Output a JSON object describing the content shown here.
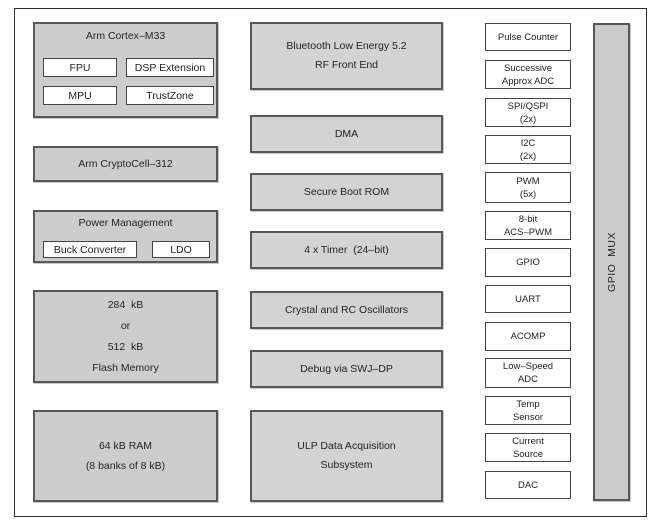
{
  "colors": {
    "block_fill_left": "#cdcdcd",
    "block_fill_middle": "#d3d3d3",
    "block_border": "#57585a",
    "white_fill": "#ffffff",
    "frame_border": "#2e2e2e",
    "text": "#232323"
  },
  "left": {
    "cortex": {
      "title": "Arm Cortex–M33",
      "fpu": "FPU",
      "dsp": "DSP Extension",
      "mpu": "MPU",
      "trustzone": "TrustZone"
    },
    "cryptocell": {
      "lines": [
        "Arm CryptoCell–312"
      ]
    },
    "power": {
      "title": "Power Management",
      "buck": "Buck Converter",
      "ldo": "LDO"
    },
    "flash": {
      "lines": [
        "284  kB",
        "or",
        "512  kB",
        "Flash Memory"
      ]
    },
    "ram": {
      "lines": [
        "64 kB RAM",
        "(8 banks of 8 kB)"
      ]
    }
  },
  "middle": [
    {
      "lines": [
        "Bluetooth Low Energy 5.2",
        "RF Front End"
      ]
    },
    {
      "lines": [
        "DMA"
      ]
    },
    {
      "lines": [
        "Secure Boot ROM"
      ]
    },
    {
      "lines": [
        "4 x Timer  (24–bit)"
      ]
    },
    {
      "lines": [
        "Crystal and RC Oscillators"
      ]
    },
    {
      "lines": [
        "Debug via SWJ–DP"
      ]
    },
    {
      "lines": [
        "ULP Data Acquisition",
        "Subsystem"
      ]
    }
  ],
  "right": [
    {
      "lines": [
        "Pulse Counter"
      ]
    },
    {
      "lines": [
        "Successive",
        "Approx ADC"
      ]
    },
    {
      "lines": [
        "SPI/QSPI",
        "(2x)"
      ]
    },
    {
      "lines": [
        "I2C",
        "(2x)"
      ]
    },
    {
      "lines": [
        "PWM",
        "(5x)"
      ]
    },
    {
      "lines": [
        "8-bit",
        "ACS–PWM"
      ]
    },
    {
      "lines": [
        "GPIO"
      ]
    },
    {
      "lines": [
        "UART"
      ]
    },
    {
      "lines": [
        "ACOMP"
      ]
    },
    {
      "lines": [
        "Low–Speed",
        "ADC"
      ]
    },
    {
      "lines": [
        "Temp",
        "Sensor"
      ]
    },
    {
      "lines": [
        "Current",
        "Source"
      ]
    },
    {
      "lines": [
        "DAC"
      ]
    }
  ],
  "gpio_mux": {
    "label": "GPIO  MUX"
  }
}
